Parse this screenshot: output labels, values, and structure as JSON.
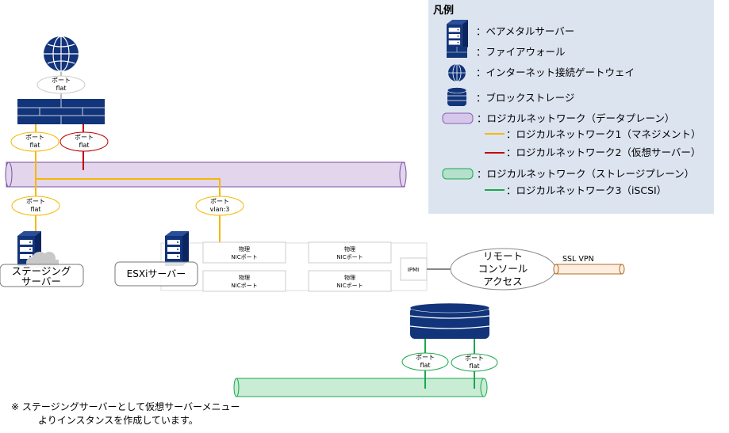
{
  "colors": {
    "navy": "#12347a",
    "yellow": "#f5b800",
    "red": "#c00000",
    "green": "#1aa84c",
    "data_plane": "#e2d5ec",
    "storage_plane": "#c9ecd5",
    "legend_bg": "#dce4f0"
  },
  "diagram": {
    "gateway_port": {
      "line1": "ポート",
      "line2": "flat"
    },
    "fw_port_mgmt": {
      "line1": "ポート",
      "line2": "flat"
    },
    "fw_port_vm": {
      "line1": "ポート",
      "line2": "flat"
    },
    "staging_port": {
      "line1": "ポート",
      "line2": "flat"
    },
    "esxi_port": {
      "line1": "ポート",
      "line2": "vlan:3"
    },
    "staging_server": {
      "line1": "ステージング",
      "line2": "サーバー"
    },
    "esxi_server": "ESXiサーバー",
    "nic_ports": [
      {
        "line1": "物理",
        "line2": "NICポート"
      },
      {
        "line1": "物理",
        "line2": "NICポート"
      },
      {
        "line1": "物理",
        "line2": "NICポート"
      },
      {
        "line1": "物理",
        "line2": "NICポート"
      }
    ],
    "ipmi": "IPMI",
    "remote_console": {
      "line1": "リモート",
      "line2": "コンソール",
      "line3": "アクセス"
    },
    "ssl_vpn": "SSL VPN",
    "storage_ports": [
      {
        "line1": "ポート",
        "line2": "flat"
      },
      {
        "line1": "ポート",
        "line2": "flat"
      }
    ],
    "note": {
      "line1": "※ ステージングサーバーとして仮想サーバーメニュー",
      "line2": "よりインスタンスを作成しています。"
    }
  },
  "legend": {
    "title": "凡例",
    "items": [
      {
        "icon": "server-icon",
        "label": "：ベアメタルサーバー"
      },
      {
        "icon": "firewall-icon",
        "label": "：ファイアウォール"
      },
      {
        "icon": "globe-icon",
        "label": "：インターネット接続ゲートウェイ"
      },
      {
        "icon": "storage-icon",
        "label": "：ブロックストレージ"
      },
      {
        "icon": "data-plane-tube-icon",
        "label": "：ロジカルネットワーク（データプレーン）"
      },
      {
        "icon": "yellow-line-icon",
        "label": "：ロジカルネットワーク1（マネジメント）"
      },
      {
        "icon": "red-line-icon",
        "label": "：ロジカルネットワーク2（仮想サーバー）"
      },
      {
        "icon": "storage-plane-tube-icon",
        "label": "：ロジカルネットワーク（ストレージプレーン）"
      },
      {
        "icon": "green-line-icon",
        "label": "：ロジカルネットワーク3（iSCSI）"
      }
    ]
  }
}
